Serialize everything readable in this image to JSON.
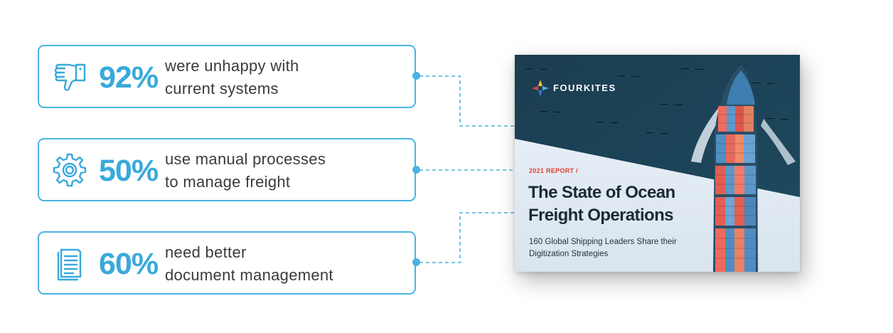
{
  "stats": [
    {
      "percent": "92%",
      "line1": "were unhappy with",
      "line2": "current systems",
      "icon": "thumbs-down-icon"
    },
    {
      "percent": "50%",
      "line1": "use manual processes",
      "line2": "to manage freight",
      "icon": "gear-icon"
    },
    {
      "percent": "60%",
      "line1": "need better",
      "line2": "document management",
      "icon": "document-icon"
    }
  ],
  "report": {
    "brand": "FOURKITES",
    "tag": "2021 REPORT /",
    "title": "The State of Ocean Freight Operations",
    "subtitle": "160 Global Shipping Leaders Share their Digitization Strategies"
  },
  "colors": {
    "accent": "#39a9db",
    "border": "#4ab3e2",
    "text": "#3b3b3b",
    "sea": "#1c4257",
    "report_red": "#e23b2e"
  }
}
